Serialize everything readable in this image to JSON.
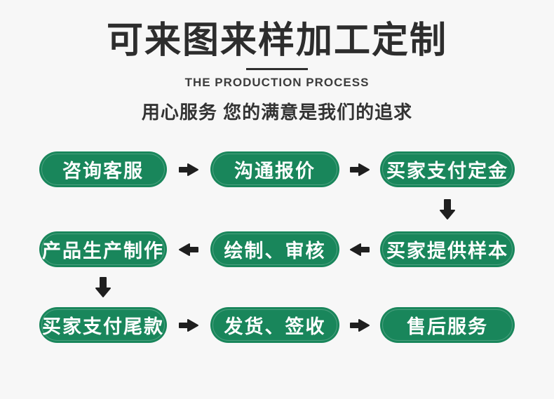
{
  "header": {
    "title": "可来图来样加工定制",
    "subtitle": "THE PRODUCTION PROCESS",
    "tagline": "用心服务 您的满意是我们的追求"
  },
  "colors": {
    "background": "#f7f7f7",
    "pill_green": "#19865b",
    "title_ink": "#2d2d2d",
    "arrow_black": "#1f1f1f",
    "pill_text": "#ffffff"
  },
  "icons": {
    "arrow_right": "arrow-right-icon",
    "arrow_left": "arrow-left-icon",
    "arrow_down": "arrow-down-icon"
  },
  "flow": {
    "rows": [
      {
        "direction": "right",
        "cells": [
          "咨询客服",
          "沟通报价",
          "买家支付定金"
        ]
      },
      {
        "direction": "left",
        "cells": [
          "产品生产制作",
          "绘制、审核",
          "买家提供样本"
        ]
      },
      {
        "direction": "right",
        "cells": [
          "买家支付尾款",
          "发货、签收",
          "售后服务"
        ]
      }
    ],
    "connectors": [
      {
        "from": "买家支付定金",
        "to": "买家提供样本",
        "side": "right"
      },
      {
        "from": "产品生产制作",
        "to": "买家支付尾款",
        "side": "left"
      }
    ]
  }
}
